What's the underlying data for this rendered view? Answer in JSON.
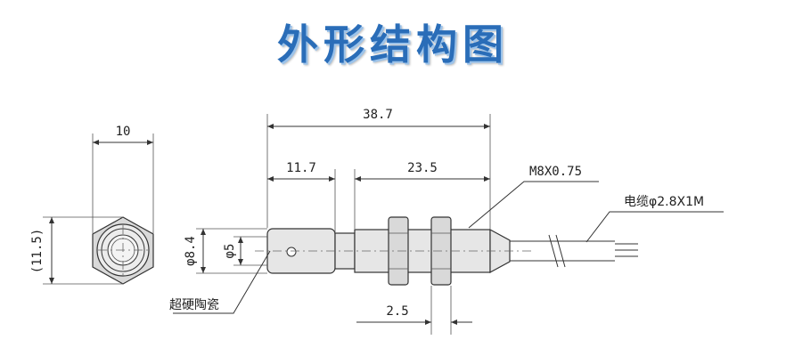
{
  "title": "外形结构图",
  "dimensions": {
    "front_width": "10",
    "front_height": "(11.5)",
    "total_length": "38.7",
    "head_length": "11.7",
    "thread_length": "23.5",
    "nut_offset": "2.5",
    "body_diameter": "φ8.4",
    "tip_diameter": "φ5"
  },
  "labels": {
    "thread": "M8X0.75",
    "cable": "电缆φ2.8X1M",
    "material": "超硬陶瓷"
  }
}
